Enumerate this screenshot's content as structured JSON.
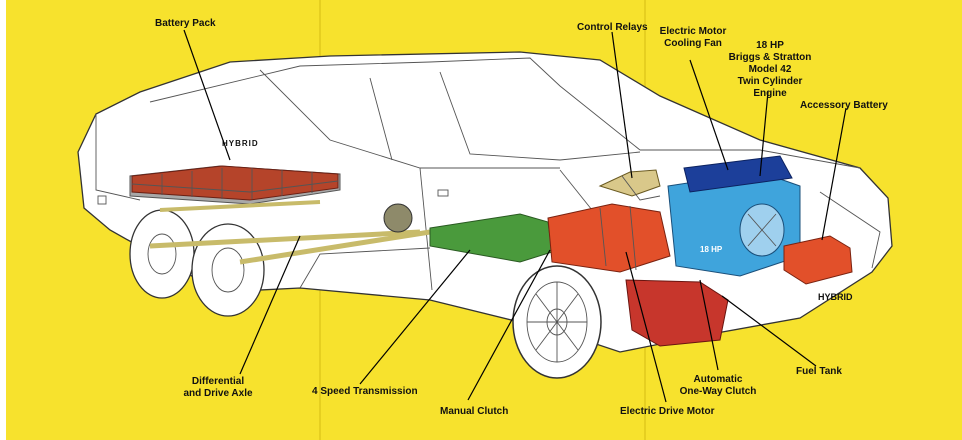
{
  "colors": {
    "background": "#f7e22d",
    "battery": "#b5442a",
    "engine": "#3fa4dc",
    "motor": "#e2502a",
    "transmission": "#4a9a3c",
    "fan": "#1c3f9a",
    "fuel_tank": "#c7362c",
    "axle": "#c8bb6a"
  },
  "labels": {
    "battery_pack": "Battery Pack",
    "control_relays": "Control Relays",
    "cooling_fan_1": "Electric Motor",
    "cooling_fan_2": "Cooling Fan",
    "engine_1": "18 HP",
    "engine_2": "Briggs & Stratton",
    "engine_3": "Model 42",
    "engine_4": "Twin Cylinder",
    "engine_5": "Engine",
    "accessory_battery": "Accessory Battery",
    "fuel_tank": "Fuel Tank",
    "one_way_1": "Automatic",
    "one_way_2": "One-Way Clutch",
    "drive_motor": "Electric Drive Motor",
    "manual_clutch": "Manual Clutch",
    "transmission": "4 Speed Transmission",
    "differential_1": "Differential",
    "differential_2": "and Drive Axle"
  },
  "markings": {
    "body_badge": "HYBRID",
    "engine_badge": "18 HP",
    "bumper_badge": "HYBRID"
  }
}
